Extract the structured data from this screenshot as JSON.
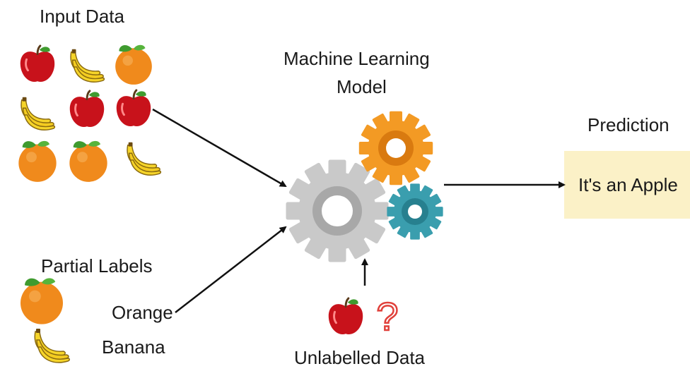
{
  "labels": {
    "input_data": "Input Data",
    "model_line1": "Machine Learning",
    "model_line2": "Model",
    "prediction": "Prediction",
    "prediction_value": "It's an Apple",
    "partial_labels": "Partial Labels",
    "orange": "Orange",
    "banana": "Banana",
    "unlabelled": "Unlabelled Data",
    "question_mark": "?"
  },
  "colors": {
    "apple": "#c8121b",
    "orange": "#f08a1c",
    "banana": "#f6d52a",
    "gear_large": "#c9c9c9",
    "gear_orange": "#f39a24",
    "gear_teal": "#3a9eae",
    "prediction_box": "#fbf1c7",
    "question": "#e0403a"
  },
  "input_grid": [
    [
      "apple",
      "banana",
      "orange"
    ],
    [
      "banana",
      "apple",
      "apple"
    ],
    [
      "orange",
      "orange",
      "banana"
    ]
  ],
  "partial_label_icons": [
    "orange-icon",
    "banana-icon"
  ],
  "unlabelled_icons": [
    "apple-icon",
    "question-icon"
  ],
  "gear_icons": [
    "gear-large-icon",
    "gear-orange-icon",
    "gear-teal-icon"
  ]
}
